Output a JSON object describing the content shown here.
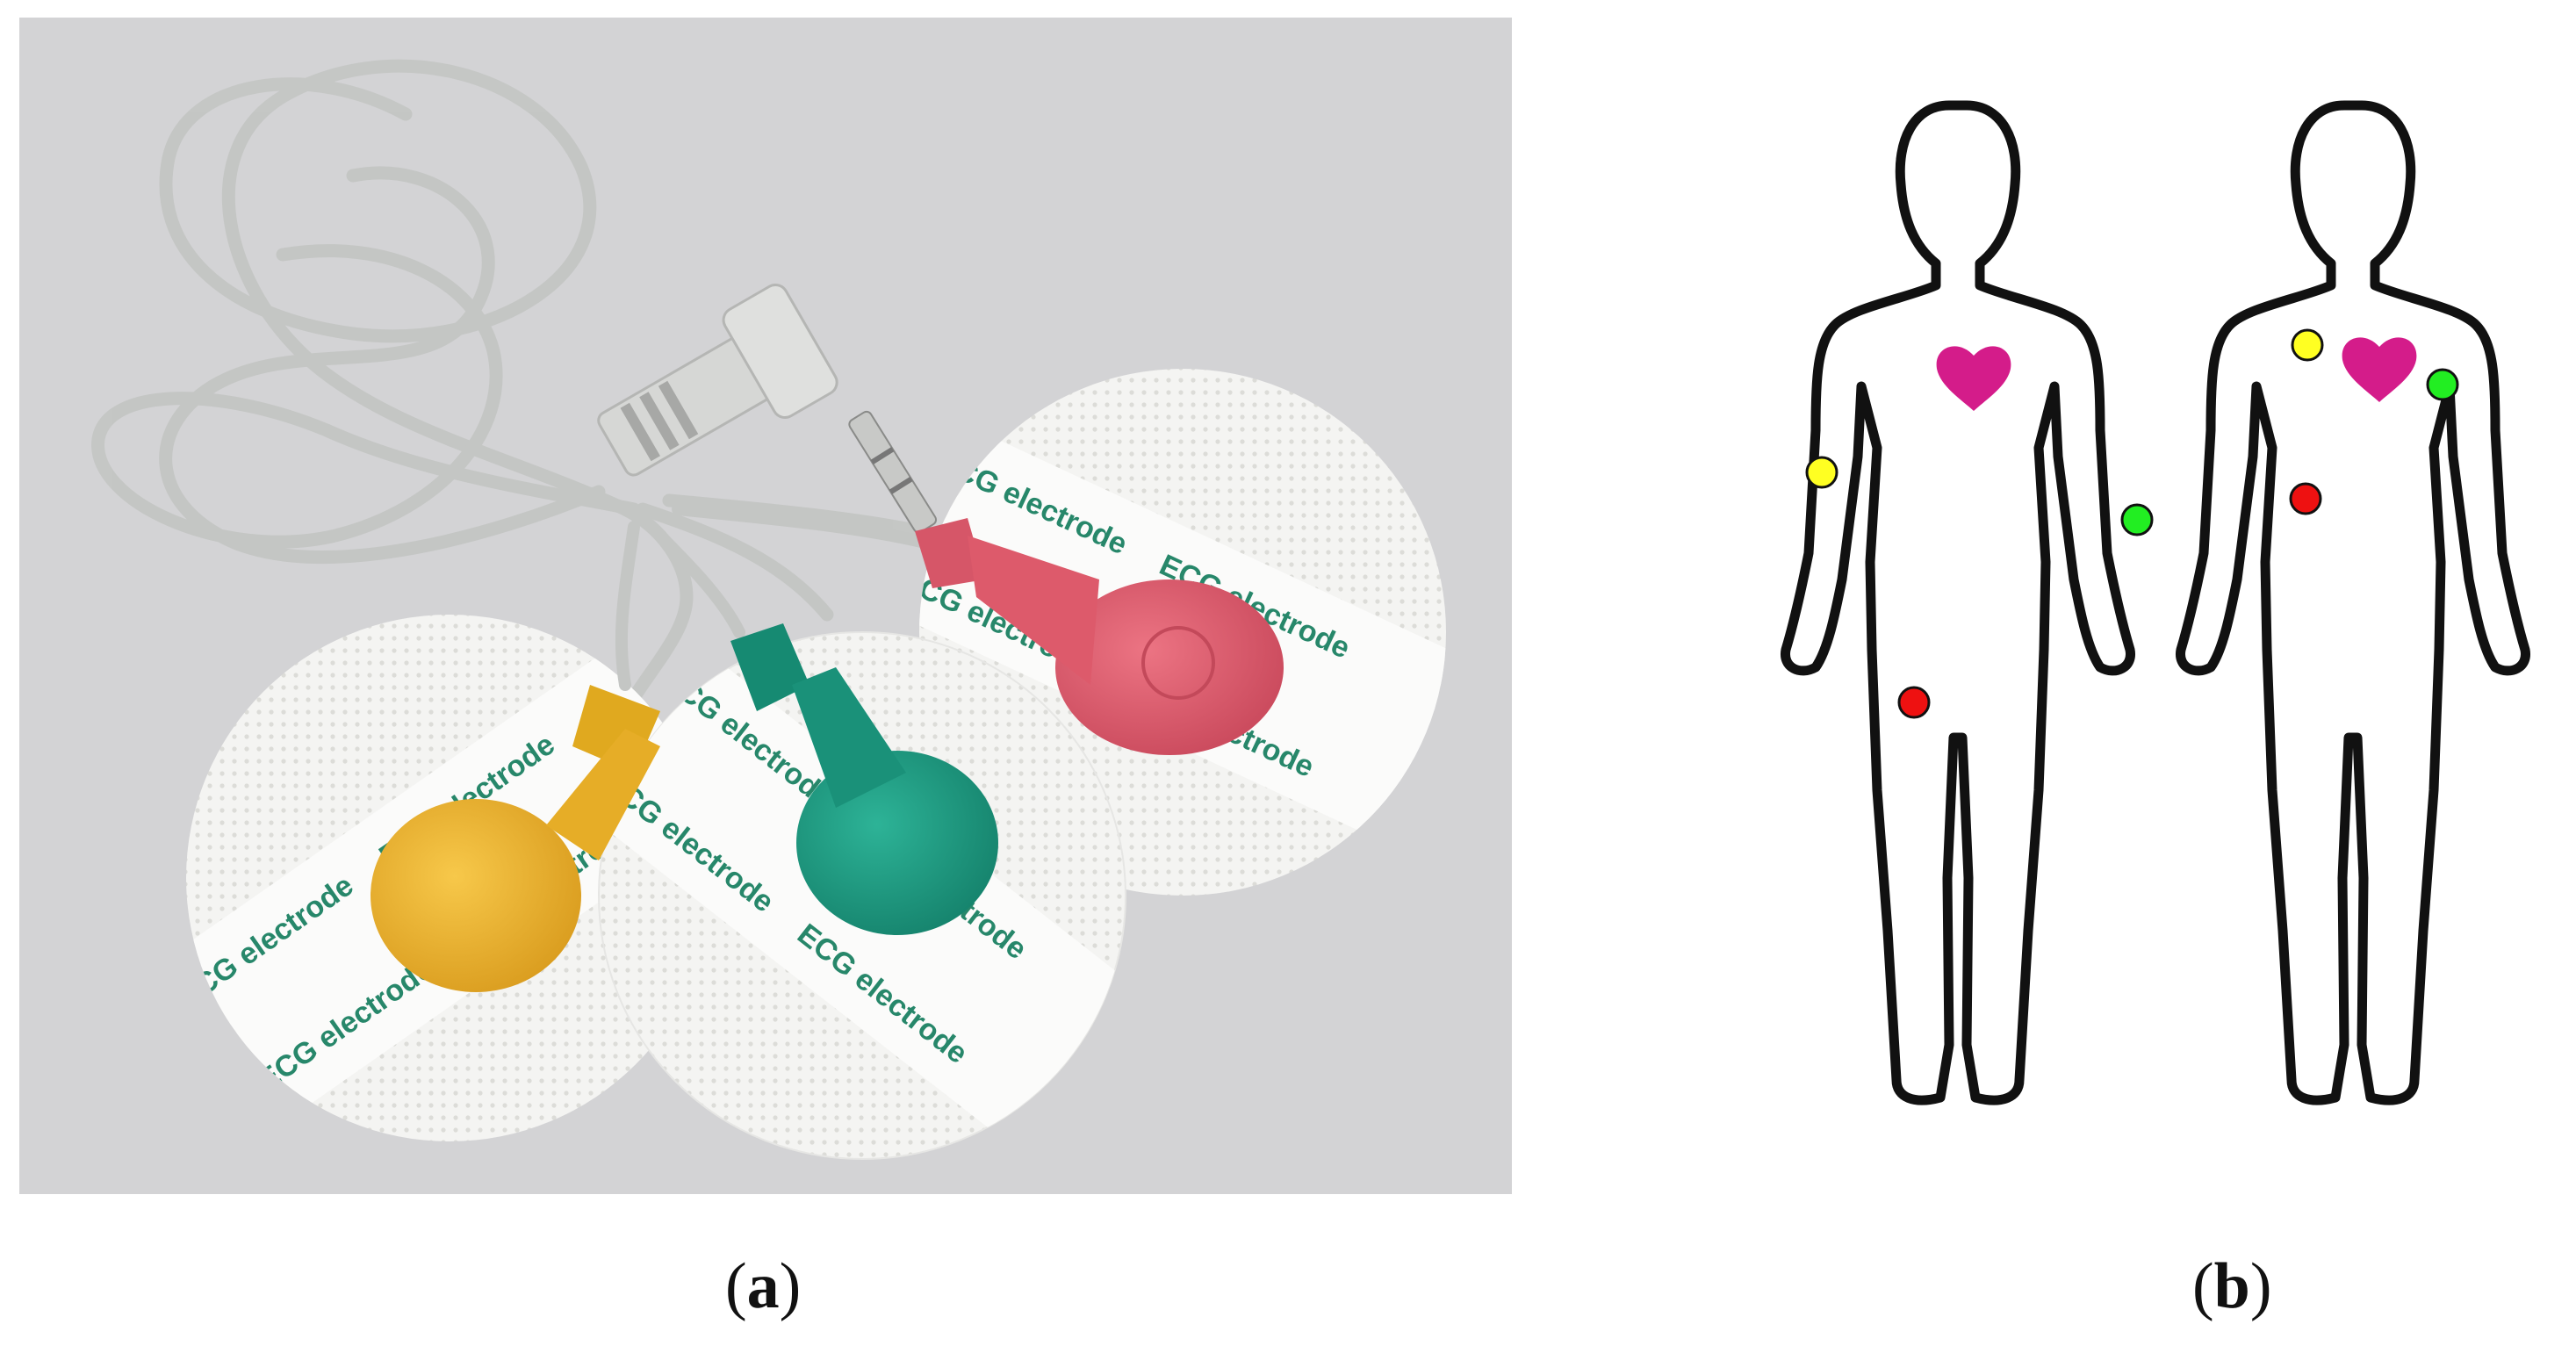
{
  "panels": {
    "a": {
      "caption_open": "(",
      "caption_letter": "a",
      "caption_close": ")",
      "electrode_print": "ECG electrode",
      "clip_colors": {
        "yellow": "#efb52f",
        "green": "#1e9c83",
        "red": "#e05b6b"
      },
      "cable_color": "#c4c6c4"
    },
    "b": {
      "caption_open": "(",
      "caption_letter": "b",
      "caption_close": ")",
      "heart_color": "#d41c8a",
      "electrode_colors": {
        "yellow": "#ffff22",
        "green": "#22ee22",
        "red": "#ee1111"
      }
    }
  }
}
